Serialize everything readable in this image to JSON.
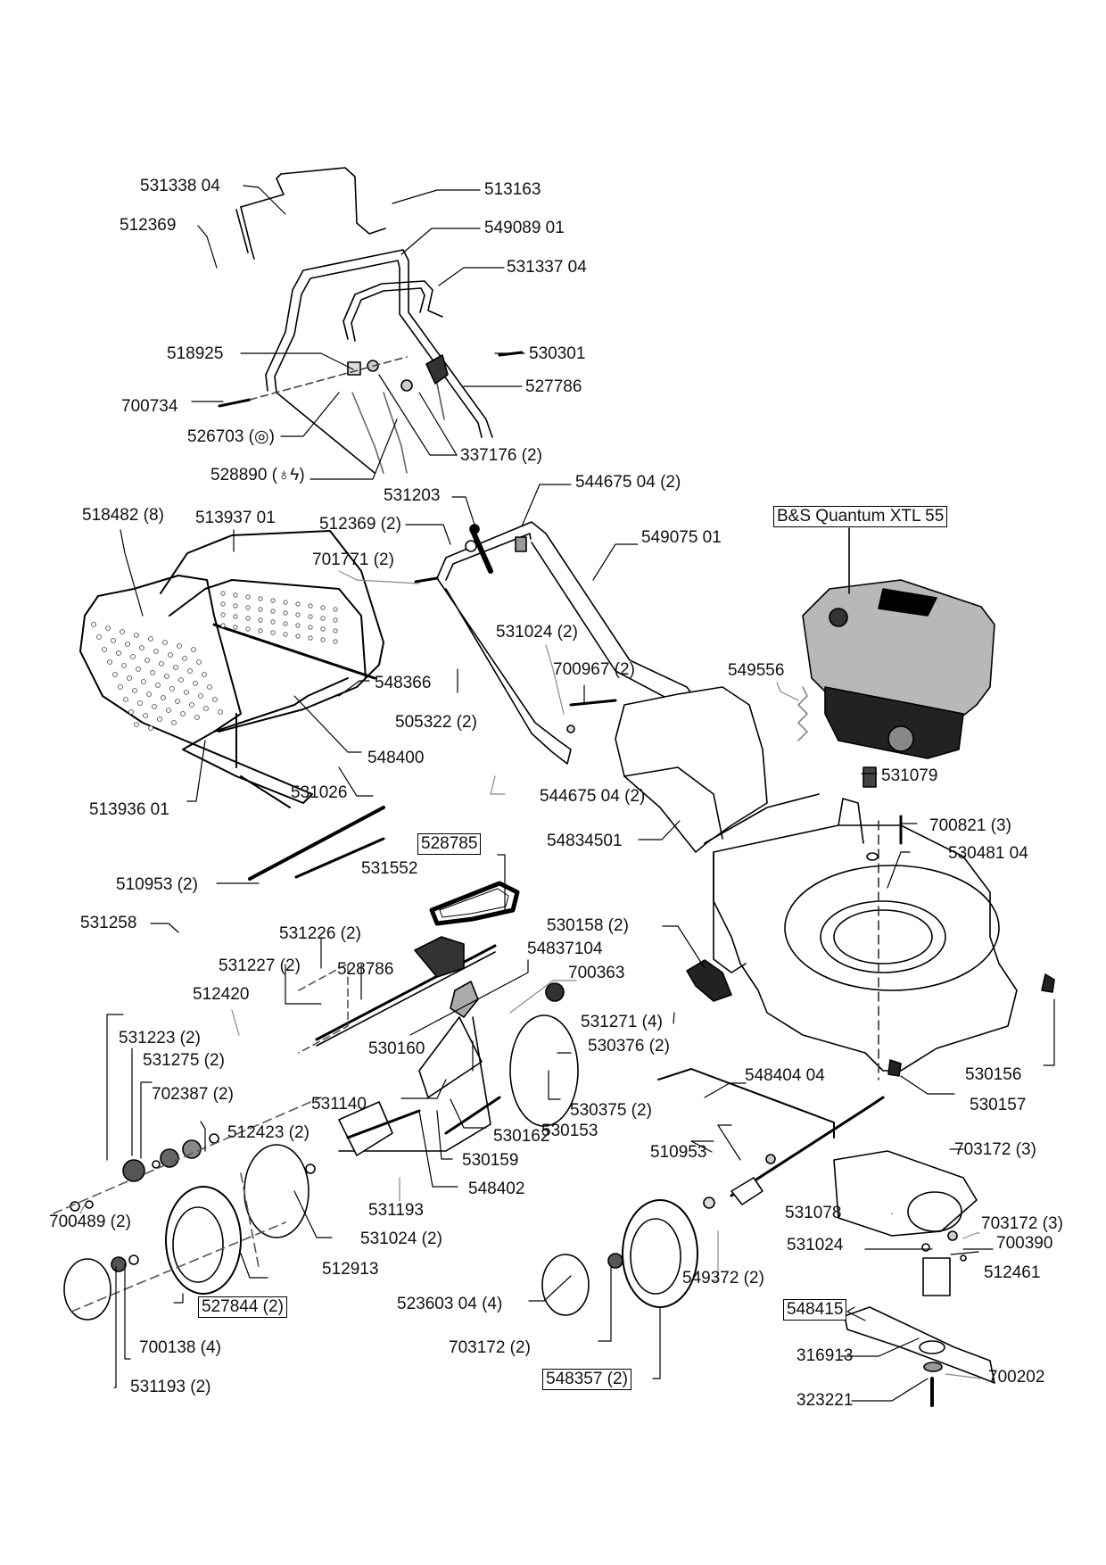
{
  "title": "Lawn mower exploded parts diagram",
  "engine_label": "B&S Quantum XTL 55",
  "colors": {
    "line": "#000000",
    "part_fill": "#ffffff",
    "part_shade": "#b0b0b0",
    "dark_part": "#222222"
  },
  "labels": [
    {
      "id": "l1",
      "text": "531338 04",
      "boxed": false
    },
    {
      "id": "l2",
      "text": "513163",
      "boxed": false
    },
    {
      "id": "l3",
      "text": "512369",
      "boxed": false
    },
    {
      "id": "l4",
      "text": "549089 01",
      "boxed": false
    },
    {
      "id": "l5",
      "text": "531337 04",
      "boxed": false
    },
    {
      "id": "l6",
      "text": "518925",
      "boxed": false
    },
    {
      "id": "l7",
      "text": "530301",
      "boxed": false
    },
    {
      "id": "l8",
      "text": "527786",
      "boxed": false
    },
    {
      "id": "l9",
      "text": "700734",
      "boxed": false
    },
    {
      "id": "l10",
      "text": "526703 (◎)",
      "boxed": false
    },
    {
      "id": "l11",
      "text": "337176 (2)",
      "boxed": false
    },
    {
      "id": "l12",
      "text": "528890 (♁ϟ)",
      "boxed": false
    },
    {
      "id": "l13",
      "text": "531203",
      "boxed": false
    },
    {
      "id": "l14",
      "text": "544675 04 (2)",
      "boxed": false
    },
    {
      "id": "l15",
      "text": "518482 (8)",
      "boxed": false
    },
    {
      "id": "l16",
      "text": "513937 01",
      "boxed": false
    },
    {
      "id": "l17",
      "text": "512369 (2)",
      "boxed": false
    },
    {
      "id": "l18",
      "text": "549075 01",
      "boxed": false
    },
    {
      "id": "l19",
      "text": "701771 (2)",
      "boxed": false
    },
    {
      "id": "l20",
      "text": "531024 (2)",
      "boxed": false
    },
    {
      "id": "l21",
      "text": "700967 (2)",
      "boxed": false
    },
    {
      "id": "l22",
      "text": "549556",
      "boxed": false
    },
    {
      "id": "l23",
      "text": "548366",
      "boxed": false
    },
    {
      "id": "l24",
      "text": "505322 (2)",
      "boxed": false
    },
    {
      "id": "l25",
      "text": "548400",
      "boxed": false
    },
    {
      "id": "l26",
      "text": "531079",
      "boxed": false
    },
    {
      "id": "l27",
      "text": "544675 04 (2)",
      "boxed": false
    },
    {
      "id": "l28",
      "text": "513936 01",
      "boxed": false
    },
    {
      "id": "l29",
      "text": "531026",
      "boxed": false
    },
    {
      "id": "l30",
      "text": "700821 (3)",
      "boxed": false
    },
    {
      "id": "l31",
      "text": "54834501",
      "boxed": false
    },
    {
      "id": "l32",
      "text": "528785",
      "boxed": true
    },
    {
      "id": "l33",
      "text": "530481 04",
      "boxed": false
    },
    {
      "id": "l34",
      "text": "531552",
      "boxed": false
    },
    {
      "id": "l35",
      "text": "510953 (2)",
      "boxed": false
    },
    {
      "id": "l36",
      "text": "531258",
      "boxed": false
    },
    {
      "id": "l37",
      "text": "531226 (2)",
      "boxed": false
    },
    {
      "id": "l38",
      "text": "530158 (2)",
      "boxed": false
    },
    {
      "id": "l39",
      "text": "531227 (2)",
      "boxed": false
    },
    {
      "id": "l40",
      "text": "528786",
      "boxed": false
    },
    {
      "id": "l41",
      "text": "54837104",
      "boxed": false
    },
    {
      "id": "l42",
      "text": "700363",
      "boxed": false
    },
    {
      "id": "l43",
      "text": "512420",
      "boxed": false
    },
    {
      "id": "l44",
      "text": "531223 (2)",
      "boxed": false
    },
    {
      "id": "l45",
      "text": "531271 (4)",
      "boxed": false
    },
    {
      "id": "l46",
      "text": "530376 (2)",
      "boxed": false
    },
    {
      "id": "l47",
      "text": "531275 (2)",
      "boxed": false
    },
    {
      "id": "l48",
      "text": "530160",
      "boxed": false
    },
    {
      "id": "l49",
      "text": "548404 04",
      "boxed": false
    },
    {
      "id": "l50",
      "text": "530156",
      "boxed": false
    },
    {
      "id": "l51",
      "text": "702387 (2)",
      "boxed": false
    },
    {
      "id": "l52",
      "text": "531140",
      "boxed": false
    },
    {
      "id": "l53",
      "text": "530375 (2)",
      "boxed": false
    },
    {
      "id": "l54",
      "text": "530157",
      "boxed": false
    },
    {
      "id": "l55",
      "text": "512423 (2)",
      "boxed": false
    },
    {
      "id": "l56",
      "text": "530162",
      "boxed": false
    },
    {
      "id": "l57",
      "text": "530153",
      "boxed": false
    },
    {
      "id": "l58",
      "text": "510953",
      "boxed": false
    },
    {
      "id": "l59",
      "text": "703172 (3)",
      "boxed": false
    },
    {
      "id": "l60",
      "text": "530159",
      "boxed": false
    },
    {
      "id": "l61",
      "text": "548402",
      "boxed": false
    },
    {
      "id": "l62",
      "text": "700489 (2)",
      "boxed": false
    },
    {
      "id": "l63",
      "text": "531193",
      "boxed": false
    },
    {
      "id": "l64",
      "text": "531078",
      "boxed": false
    },
    {
      "id": "l65",
      "text": "703172 (3)",
      "boxed": false
    },
    {
      "id": "l66",
      "text": "531024 (2)",
      "boxed": false
    },
    {
      "id": "l67",
      "text": "531024",
      "boxed": false
    },
    {
      "id": "l68",
      "text": "700390",
      "boxed": false
    },
    {
      "id": "l69",
      "text": "512913",
      "boxed": false
    },
    {
      "id": "l70",
      "text": "549372 (2)",
      "boxed": false
    },
    {
      "id": "l71",
      "text": "512461",
      "boxed": false
    },
    {
      "id": "l72",
      "text": "527844 (2)",
      "boxed": true
    },
    {
      "id": "l73",
      "text": "523603 04 (4)",
      "boxed": false
    },
    {
      "id": "l74",
      "text": "548415",
      "boxed": true
    },
    {
      "id": "l75",
      "text": "700138 (4)",
      "boxed": false
    },
    {
      "id": "l76",
      "text": "703172 (2)",
      "boxed": false
    },
    {
      "id": "l77",
      "text": "316913",
      "boxed": false
    },
    {
      "id": "l78",
      "text": "700202",
      "boxed": false
    },
    {
      "id": "l79",
      "text": "531193 (2)",
      "boxed": false
    },
    {
      "id": "l80",
      "text": "548357 (2)",
      "boxed": true
    },
    {
      "id": "l81",
      "text": "323221",
      "boxed": false
    }
  ]
}
